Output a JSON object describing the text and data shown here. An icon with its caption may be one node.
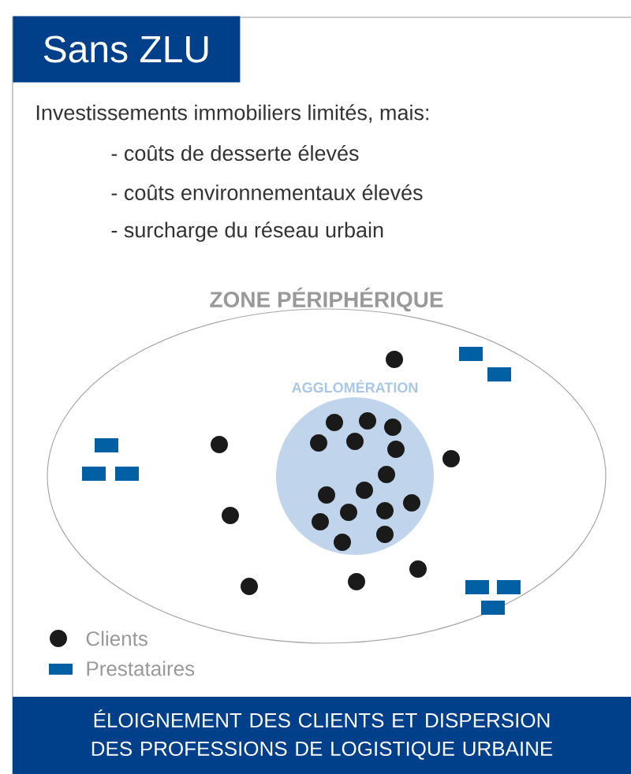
{
  "diagram": {
    "title": "Sans ZLU",
    "caption": "ÉLOIGNEMENT DES CLIENTS ET DISPERSION DES PROFESSIONS DE LOGISTIQUE URBAINE",
    "nodes": [
      {
        "text": [
          "ZONE PÉRIPHÉRIQUE"
        ]
      },
      {
        "text": [
          "AGGLOMÉRATION"
        ],
        "in": 0
      }
    ],
    "labels": [
      "Investissements immobiliers limités, mais:",
      "- coûts de desserte élevés",
      "- coûts environnementaux élevés",
      "- surcharge du réseau urbain"
    ],
    "legend": [
      {
        "text": "Clients",
        "color": "#1a1a1a"
      },
      {
        "text": "Prestataires",
        "color": "#0060a3"
      }
    ]
  }
}
